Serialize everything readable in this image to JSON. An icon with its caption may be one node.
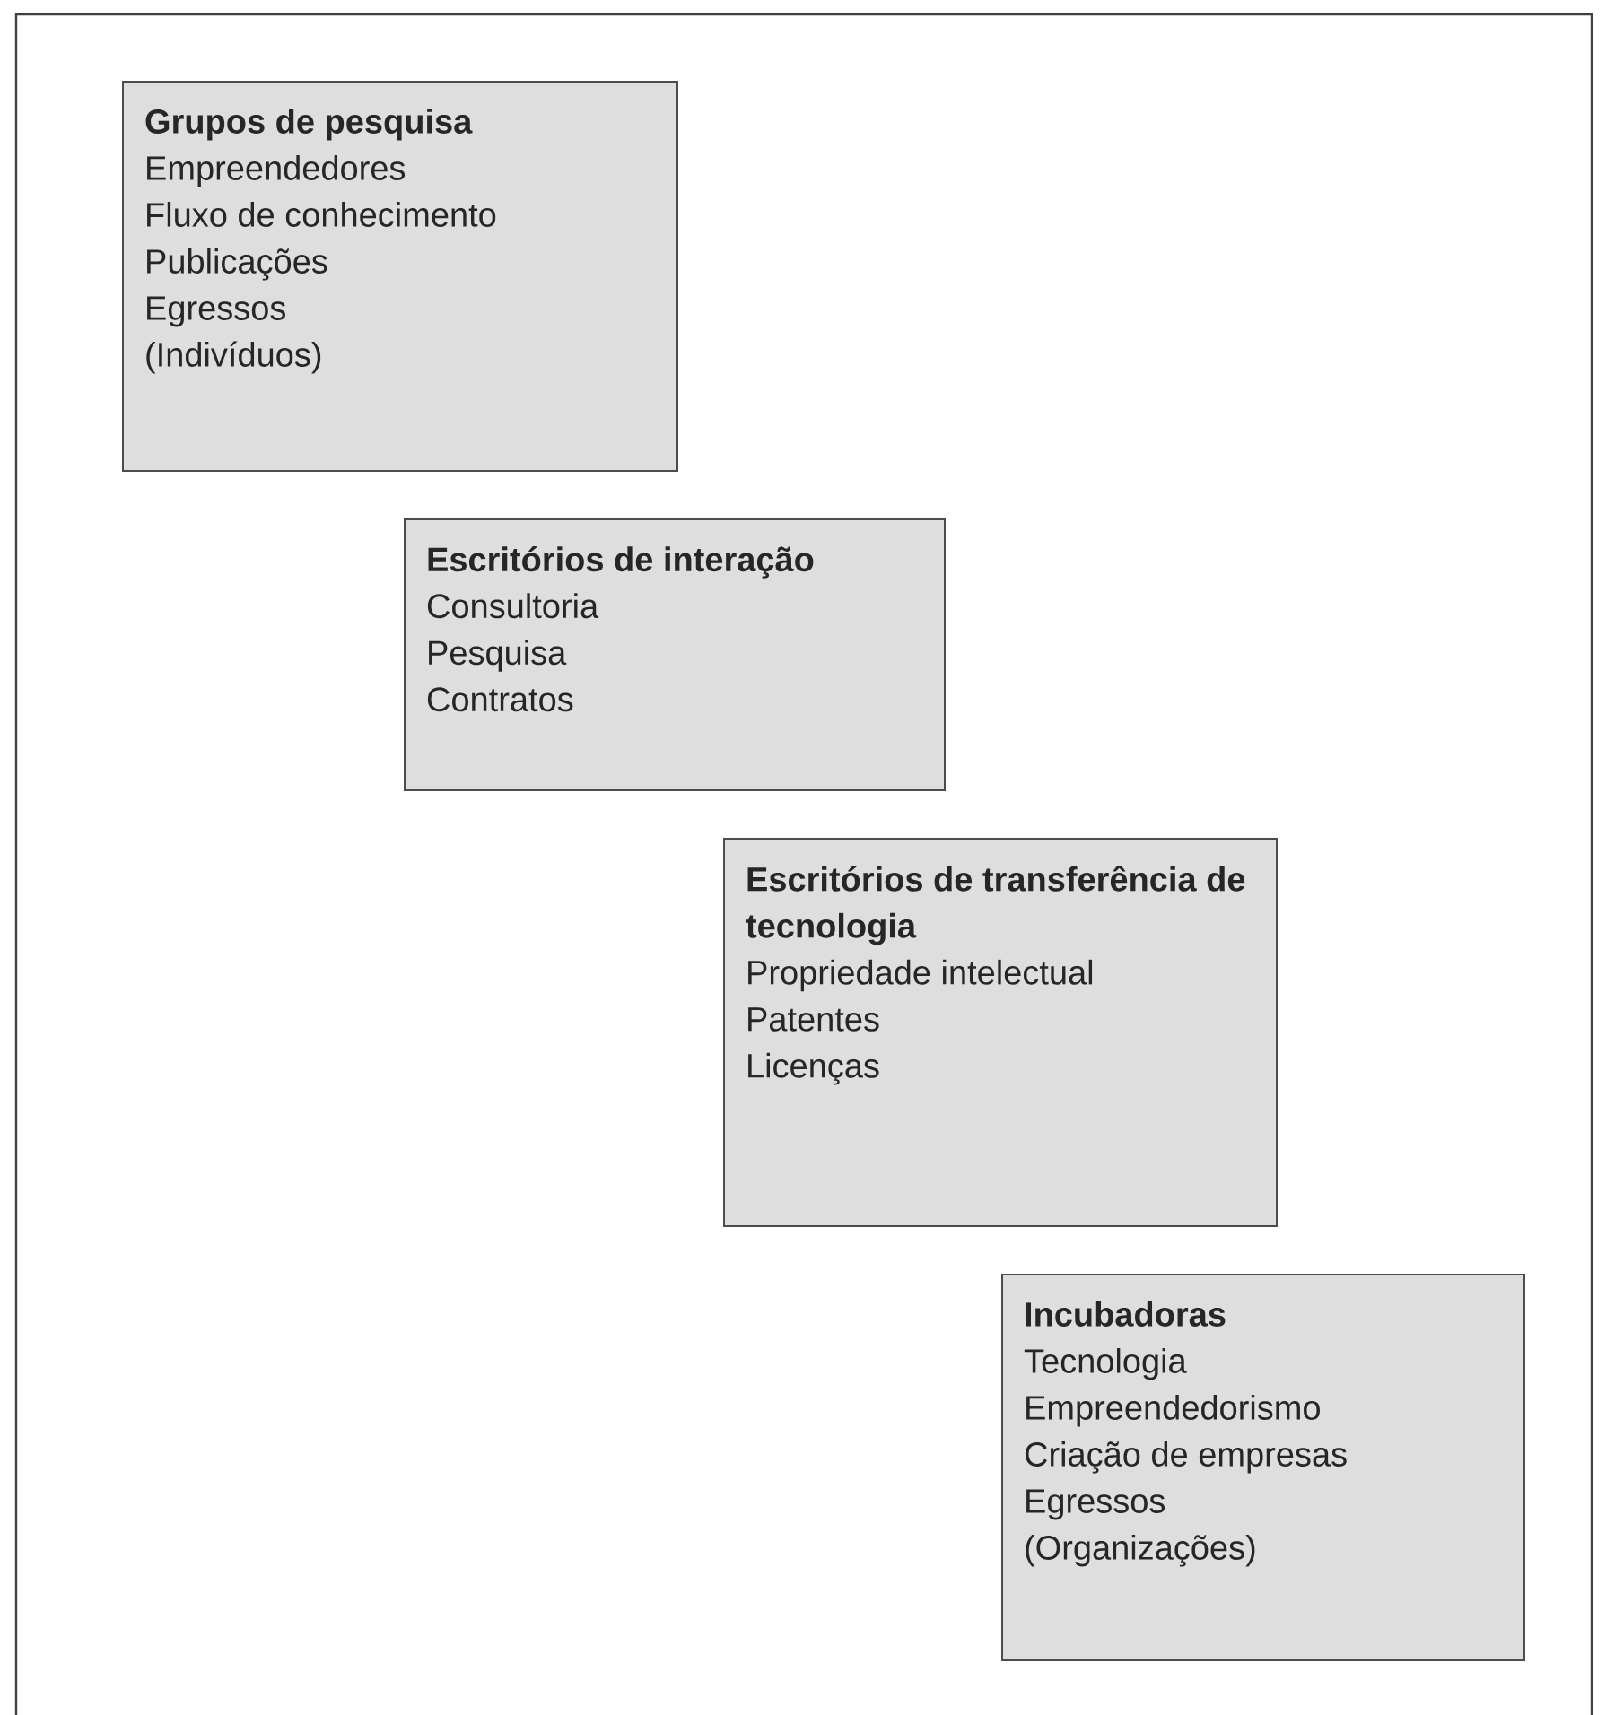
{
  "diagram": {
    "nodes": [
      {
        "text": [
          "Grupos de pesquisa",
          "Empreendedores",
          "Fluxo de conhecimento",
          "Publicações",
          "Egressos",
          "(Indivíduos)"
        ]
      },
      {
        "text": [
          "Escritórios de interação",
          "Consultoria",
          "Pesquisa",
          "Contratos"
        ]
      },
      {
        "text": [
          "Escritórios de transferência de tecnologia",
          "Propriedade intelectual",
          "Patentes",
          "Licenças"
        ]
      },
      {
        "text": [
          "Incubadoras",
          "Tecnologia",
          "Empreendedorismo",
          "Criação de empresas",
          "Egressos",
          "(Organizações)"
        ]
      }
    ]
  }
}
